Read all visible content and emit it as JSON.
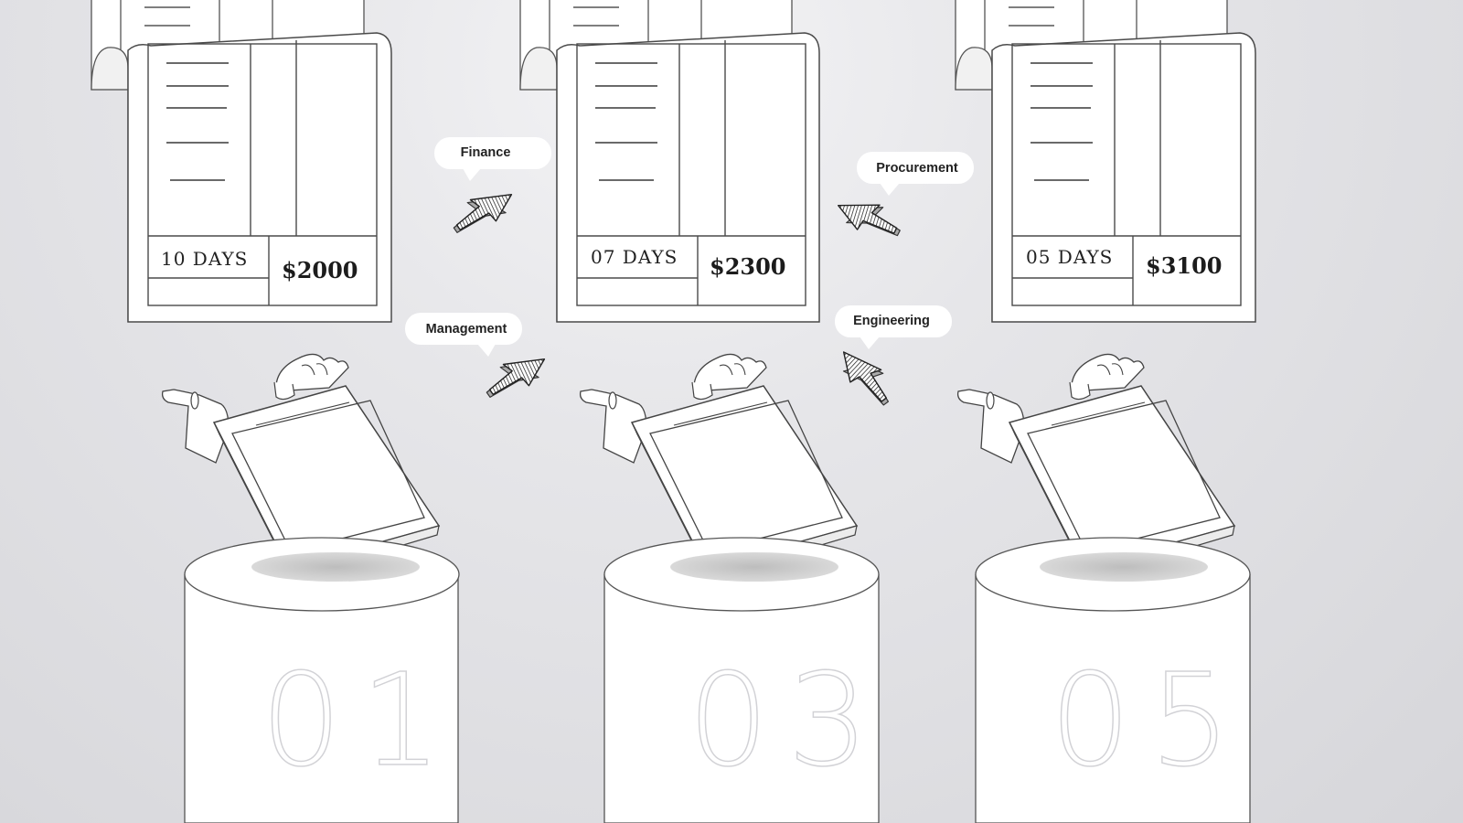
{
  "stations": [
    {
      "days": "10 DAYS",
      "price": "$2000",
      "number": "01"
    },
    {
      "days": "07 DAYS",
      "price": "$2300",
      "number": "03"
    },
    {
      "days": "05 DAYS",
      "price": "$3100",
      "number": "05"
    }
  ],
  "labels": {
    "finance": "Finance",
    "management": "Management",
    "procurement": "Procurement",
    "engineering": "Engineering"
  },
  "colors": {
    "background": "#e4e4e7",
    "line": "#444444",
    "paper": "#ffffff",
    "pillar_number": "#d2d2d6"
  },
  "icons": [
    "invoice-document",
    "cursor-arrow-icon",
    "hand-icon",
    "tablet-screen",
    "pedestal"
  ]
}
